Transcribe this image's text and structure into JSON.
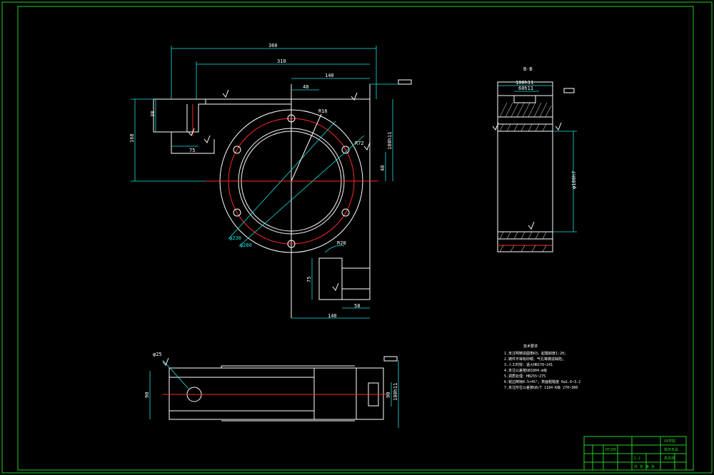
{
  "dims": {
    "w360": "360",
    "w310": "310",
    "w140_top": "140",
    "w48": "48",
    "h38": "38",
    "h168": "168",
    "w75": "75",
    "r16": "R16",
    "r72": "R72",
    "d180h11": "180h11",
    "h48": "48",
    "phi230": "φ230",
    "phi280": "φ280",
    "r20": "R20",
    "h75": "75",
    "w58": "58",
    "w140_bottom": "140",
    "phi25": "φ25",
    "h90_left": "90",
    "h90_right": "90",
    "d100h11": "100h11",
    "section_label": "B-B",
    "top_w100": "100h11",
    "top_w60": "60h11",
    "side_phi": "φ180h7"
  },
  "notes": {
    "title": "技术要求",
    "lines": [
      "1.未注明铸造圆角R3，起模斜度1:20；",
      "2.铸件不得有砂眼、气孔等铸造缺陷；",
      "3.人工时效：退火HB170~241",
      "4.未注公差按GB1804-m级",
      "5.调质处理：HB255~275",
      "6.锐边倒钝0.5×45°，表面粗糙度 Ra1.6~3.2",
      "7.未注形位公差按GB/T 1184-K级 270~300"
    ]
  },
  "title_block": {
    "company": "XX学院",
    "part_name": "铣床夹具",
    "drawing_no": "夹具体",
    "material": "HT200",
    "scale": "1:2",
    "sheet": "共 张 第 张"
  }
}
